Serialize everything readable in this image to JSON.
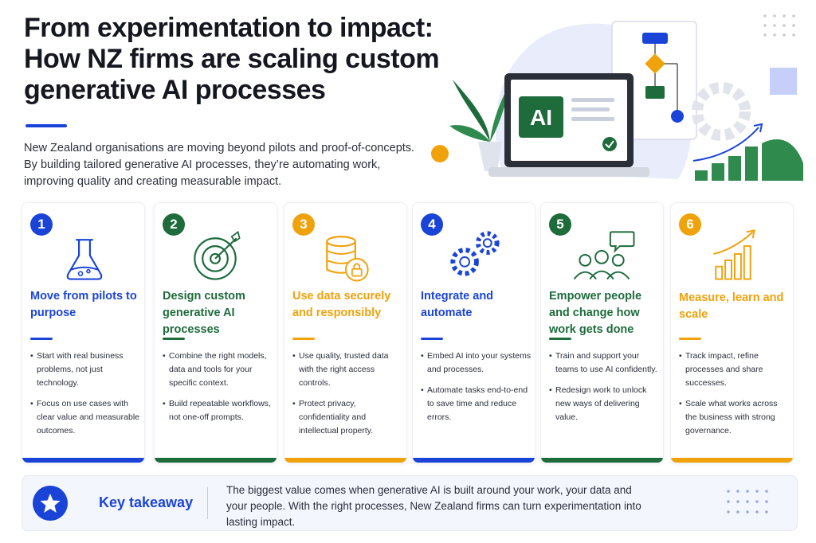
{
  "title": "From experimentation to impact: How NZ firms are scaling custom generative AI processes",
  "intro": "New Zealand organisations are moving beyond pilots and proof-of-concepts. By building tailored generative AI processes, they’re automating work, improving quality and creating measurable impact.",
  "hero": {
    "screen_label": "AI"
  },
  "colors": {
    "blue": "#1a44d8",
    "green": "#1e6b3c",
    "orange": "#f0a20b"
  },
  "cards": [
    {
      "num": "1",
      "title": "Move from pilots to purpose",
      "icon": "flask-icon",
      "color": "#1a44d8",
      "bullets": [
        "Start with real business problems, not just technology.",
        "Focus on use cases with clear value and measurable outcomes."
      ]
    },
    {
      "num": "2",
      "title": "Design custom generative AI processes",
      "icon": "target-icon",
      "color": "#1e6b3c",
      "bullets": [
        "Combine the right models, data and tools for your specific context.",
        "Build repeatable workflows, not one-off prompts."
      ]
    },
    {
      "num": "3",
      "title": "Use data securely and responsibly",
      "icon": "database-lock-icon",
      "color": "#f0a20b",
      "bullets": [
        "Use quality, trusted data with the right access controls.",
        "Protect privacy, confidentiality and intellectual property."
      ]
    },
    {
      "num": "4",
      "title": "Integrate and automate",
      "icon": "gears-icon",
      "color": "#1a44d8",
      "bullets": [
        "Embed AI into your systems and processes.",
        "Automate tasks end-to-end to save time and reduce errors."
      ]
    },
    {
      "num": "5",
      "title": "Empower people and change how work gets done",
      "icon": "people-icon",
      "color": "#1e6b3c",
      "bullets": [
        "Train and support your teams to use AI confidently.",
        "Redesign work to unlock new ways of delivering value."
      ]
    },
    {
      "num": "6",
      "title": "Measure, learn and scale",
      "icon": "growth-chart-icon",
      "color": "#f0a20b",
      "bullets": [
        "Track impact, refine processes and share successes.",
        "Scale what works across the business with strong governance."
      ]
    }
  ],
  "takeaway": {
    "label": "Key takeaway",
    "icon": "star-icon",
    "text": "The biggest value comes when generative AI is built around your work, your data and your people. With the right processes, New Zealand firms can turn experimentation into lasting impact."
  }
}
